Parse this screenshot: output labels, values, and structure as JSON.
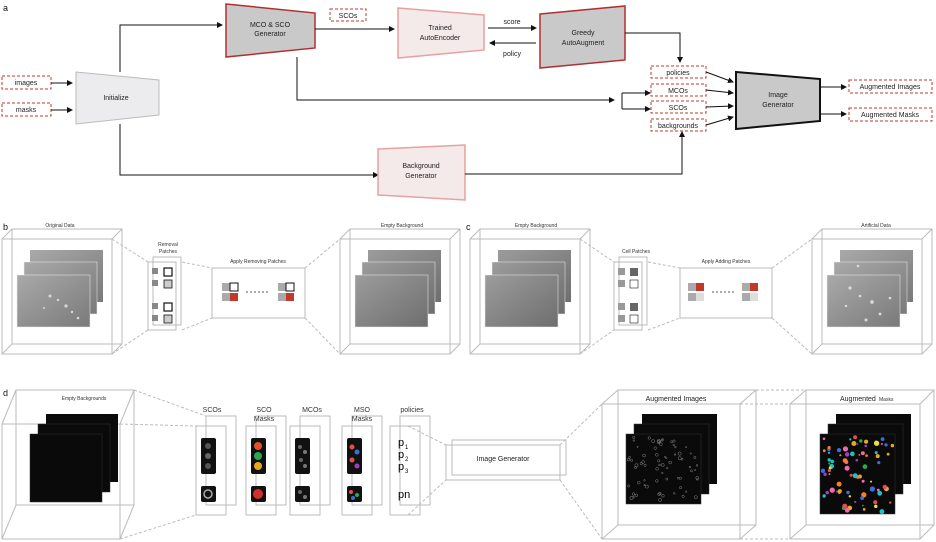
{
  "panels": {
    "a": "a",
    "b": "b",
    "c": "c",
    "d": "d"
  },
  "panel_a": {
    "inputs": {
      "images": "images",
      "masks": "masks"
    },
    "initialize": "Initialize",
    "mco_sco_generator": [
      "MCO & SCO",
      "Generator"
    ],
    "scos_tag": "SCOs",
    "trained_autoencoder": [
      "Trained",
      "AutoEncoder"
    ],
    "score": "score",
    "policy": "policy",
    "greedy_autoaugment": [
      "Greedy",
      "AutoAugment"
    ],
    "mid_tags": {
      "policies": "policies",
      "mcos": "MCOs",
      "scos": "SCOs",
      "backgrounds": "backgrounds"
    },
    "image_generator": [
      "Image",
      "Generator"
    ],
    "background_generator": [
      "Background",
      "Generator"
    ],
    "outputs": {
      "augmented_images": "Augmented Images",
      "augmented_masks": "Augmented Masks"
    }
  },
  "panel_b": {
    "original_data": "Original Data",
    "removal_patches": [
      "Removal",
      "Patches"
    ],
    "apply_removing": "Apply Removing Patches",
    "empty_background": "Empty Background"
  },
  "panel_c": {
    "empty_background": "Empty Background",
    "cell_patches": "Cell Patches",
    "apply_adding": "Apply Adding Patches",
    "artificial_data": "Artificial Data"
  },
  "panel_d": {
    "empty_backgrounds": "Empty Backgrounds",
    "scos": "SCOs",
    "sco_masks": [
      "SCO",
      "Masks"
    ],
    "mcos": "MCOs",
    "mso_masks": [
      "MSO",
      "Masks"
    ],
    "policies": "policies",
    "policy_items": [
      "p",
      "p",
      "p",
      "pn"
    ],
    "policy_subs": [
      "1",
      "2",
      "3"
    ],
    "image_generator": "Image Generator",
    "augmented_images": "Augmented Images",
    "augmented_masks": [
      "Augmented",
      "Masks"
    ]
  },
  "colors": {
    "dashed_red": "#c0392b",
    "dark_red_border": "#b03030",
    "light_pink_border": "#e8a0a0",
    "gray_fill": "#c9c9c9",
    "light_fill": "#ececef",
    "pink_fill": "#f4eaea"
  }
}
